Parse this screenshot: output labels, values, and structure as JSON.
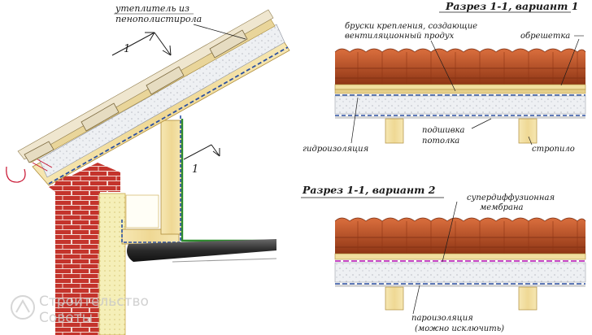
{
  "left_detail": {
    "insulation_label_line1": "утеплитель из",
    "insulation_label_line2": "пенополистирола",
    "section_mark_top": "1",
    "section_mark_bottom": "1"
  },
  "section_variant_1": {
    "title": "Разрез 1-1, вариант 1",
    "battens_label_line1": "бруски крепления, создающие",
    "battens_label_line2": "вентиляционный продух",
    "lathing_label": "обрешетка",
    "waterproofing_label": "гидроизоляция",
    "ceiling_label_line1": "подшивка",
    "ceiling_label_line2": "потолка",
    "rafter_label": "стропило"
  },
  "section_variant_2": {
    "title": "Разрез 1-1, вариант 2",
    "membrane_label_line1": "супердиффузионная",
    "membrane_label_line2": "мембрана",
    "vapor_label_line1": "пароизоляция",
    "vapor_label_line2": "(можно исключить)"
  },
  "watermark": {
    "line1": "Строительство",
    "line2": "Советы"
  },
  "colors": {
    "tile": "#b5522a",
    "tile_dark": "#7a2e12",
    "wood": "#f1dfa0",
    "brick": "#c4342c",
    "insulation": "#f0f0f0",
    "waterproofing": "#2a4fa0",
    "membrane": "#c02fc0",
    "vapor_barrier_green": "#2e8b2e"
  }
}
